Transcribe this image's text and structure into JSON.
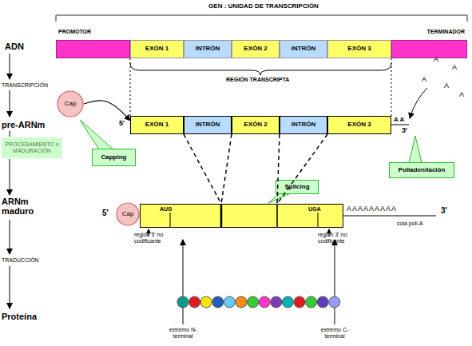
{
  "diagram": {
    "title": "GEN : UNIDAD DE TRANSCRIPCIÓN",
    "nodes": [
      {
        "text": [
          "PROMOTOR"
        ]
      },
      {
        "text": [
          "EXÓN 1"
        ]
      },
      {
        "text": [
          "INTRÓN"
        ]
      },
      {
        "text": [
          "EXÓN 2"
        ]
      },
      {
        "text": [
          "INTRÓN"
        ]
      },
      {
        "text": [
          "EXÓN 3"
        ]
      },
      {
        "text": [
          "TERMINADOR"
        ]
      },
      {
        "text": [
          "Cap"
        ]
      },
      {
        "text": [
          "EXÓN 1"
        ]
      },
      {
        "text": [
          "INTRÓN"
        ]
      },
      {
        "text": [
          "EXÓN 2"
        ]
      },
      {
        "text": [
          "INTRÓN"
        ]
      },
      {
        "text": [
          "EXÓN 3"
        ]
      },
      {
        "text": [
          "PROCESAMIENTO o MADURACIÓN"
        ]
      },
      {
        "text": [
          "Capping"
        ]
      },
      {
        "text": [
          "Poliadenilación"
        ]
      },
      {
        "text": [
          "Splicing"
        ]
      },
      {
        "text": [
          "Cap"
        ]
      },
      {
        "text": [
          "AUG",
          "UGA"
        ]
      }
    ],
    "edges": [
      {
        "from": 1,
        "to": 8,
        "arrow": "none"
      },
      {
        "from": 5,
        "to": 12,
        "arrow": "none"
      },
      {
        "from": 7,
        "to": 8,
        "arrow": "to"
      },
      {
        "from": 8,
        "to": 18,
        "arrow": "none"
      },
      {
        "from": 10,
        "to": 18,
        "arrow": "none"
      },
      {
        "from": 10,
        "to": 18,
        "arrow": "none"
      },
      {
        "from": 12,
        "to": 18,
        "arrow": "none"
      }
    ],
    "labels": [
      "ADN",
      "TRANSCRIPCIÓN",
      "REGIÓN TRANSCRIPTA",
      "5'",
      "A A",
      "3'",
      "A",
      "A",
      "A",
      "A",
      "A",
      "pre-ARNm",
      "ARNm maduro",
      "5'",
      "AAAAAAAAA",
      "3'",
      "región 5' no codificante",
      "región 3' no codificante",
      "cola poli-A",
      "TRADUCCIÓN",
      "Proteína",
      "extremo N-terminal",
      "extremo C-terminal"
    ]
  }
}
